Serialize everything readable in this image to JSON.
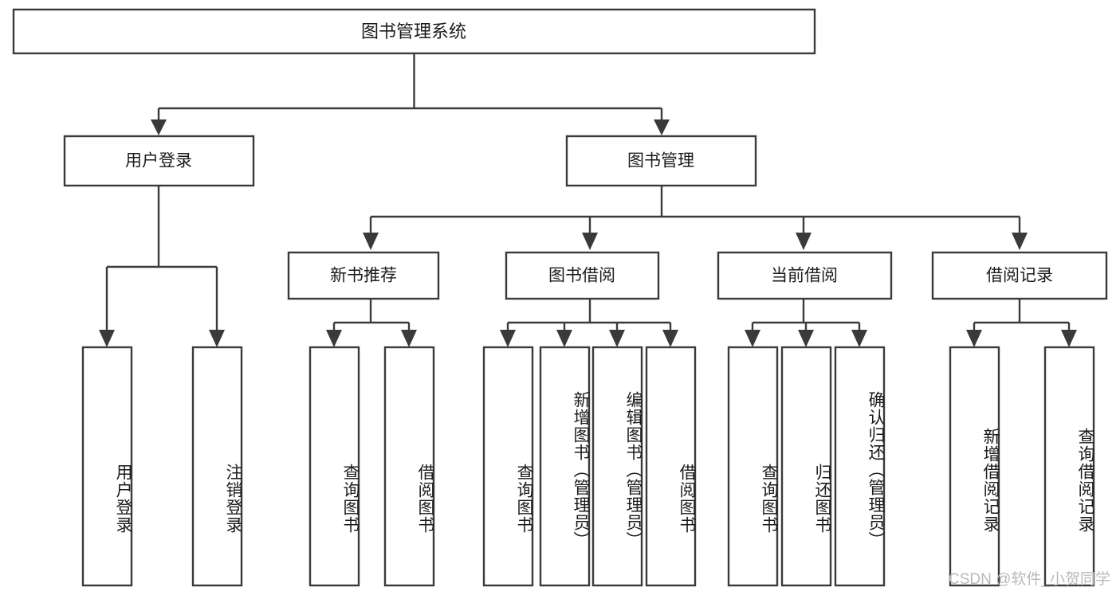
{
  "diagram": {
    "type": "hierarchy-tree",
    "title": "图书管理系统",
    "watermark": "CSDN @软件_小贺同学",
    "colors": {
      "box_stroke": "#3a3a3a",
      "box_fill": "#ffffff",
      "text": "#1b1b1b",
      "background": "#ffffff",
      "watermark": "#b9b9b9"
    },
    "levels": {
      "level1": [
        {
          "id": "root",
          "label": "图书管理系统"
        }
      ],
      "level2": [
        {
          "id": "user-login",
          "label": "用户登录"
        },
        {
          "id": "book-manage",
          "label": "图书管理"
        }
      ],
      "level3": [
        {
          "id": "new-book-rec",
          "label": "新书推荐"
        },
        {
          "id": "book-borrow",
          "label": "图书借阅"
        },
        {
          "id": "current-borrow",
          "label": "当前借阅"
        },
        {
          "id": "borrow-record",
          "label": "借阅记录"
        }
      ],
      "level4": [
        {
          "id": "leaf-user-login",
          "label": "用户登录",
          "parent": "user-login"
        },
        {
          "id": "leaf-logout",
          "label": "注销登录",
          "parent": "user-login"
        },
        {
          "id": "leaf-query-book-1",
          "label": "查询图书",
          "parent": "new-book-rec"
        },
        {
          "id": "leaf-borrow-book-1",
          "label": "借阅图书",
          "parent": "new-book-rec"
        },
        {
          "id": "leaf-query-book-2",
          "label": "查询图书",
          "parent": "book-borrow"
        },
        {
          "id": "leaf-add-book",
          "label": "新增图书（管理员）",
          "parent": "book-borrow"
        },
        {
          "id": "leaf-edit-book",
          "label": "编辑图书（管理员）",
          "parent": "book-borrow"
        },
        {
          "id": "leaf-borrow-book-2",
          "label": "借阅图书",
          "parent": "book-borrow"
        },
        {
          "id": "leaf-query-book-3",
          "label": "查询图书",
          "parent": "current-borrow"
        },
        {
          "id": "leaf-return-book",
          "label": "归还图书",
          "parent": "current-borrow"
        },
        {
          "id": "leaf-confirm-return",
          "label": "确认归还（管理员）",
          "parent": "current-borrow"
        },
        {
          "id": "leaf-add-record",
          "label": "新增借阅记录",
          "parent": "borrow-record"
        },
        {
          "id": "leaf-query-record",
          "label": "查询借阅记录",
          "parent": "borrow-record"
        }
      ]
    }
  }
}
